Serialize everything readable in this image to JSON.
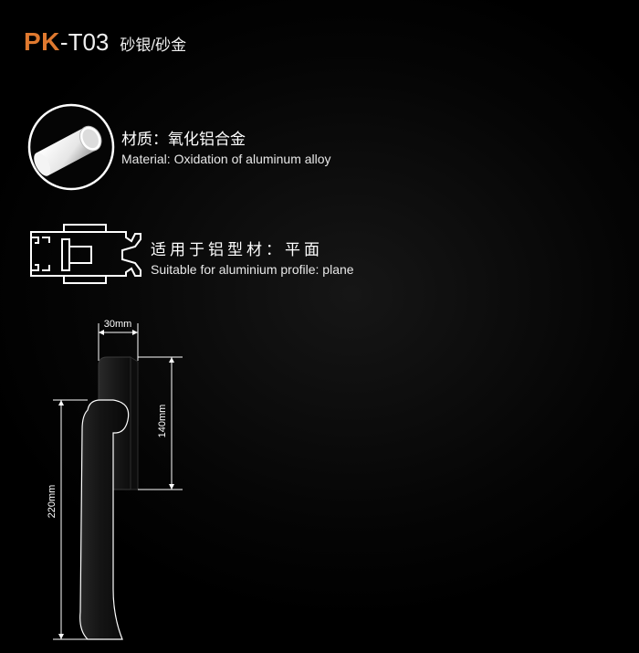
{
  "header": {
    "brand": "PK",
    "model": "-T03",
    "finish": "砂银/砂金"
  },
  "material": {
    "label_cn": "材质：氧化铝合金",
    "label_en": "Material: Oxidation of aluminum alloy",
    "icon": "aluminum-rod-icon"
  },
  "profile": {
    "label_cn": "适用于铝型材：平面",
    "label_en": "Suitable for aluminium profile: plane",
    "icon": "aluminum-profile-icon"
  },
  "dimensions": {
    "width": "30mm",
    "height_base": "140mm",
    "height_total": "220mm"
  },
  "colors": {
    "brand": "#e0792f",
    "background": "#000000",
    "line": "#ffffff"
  }
}
